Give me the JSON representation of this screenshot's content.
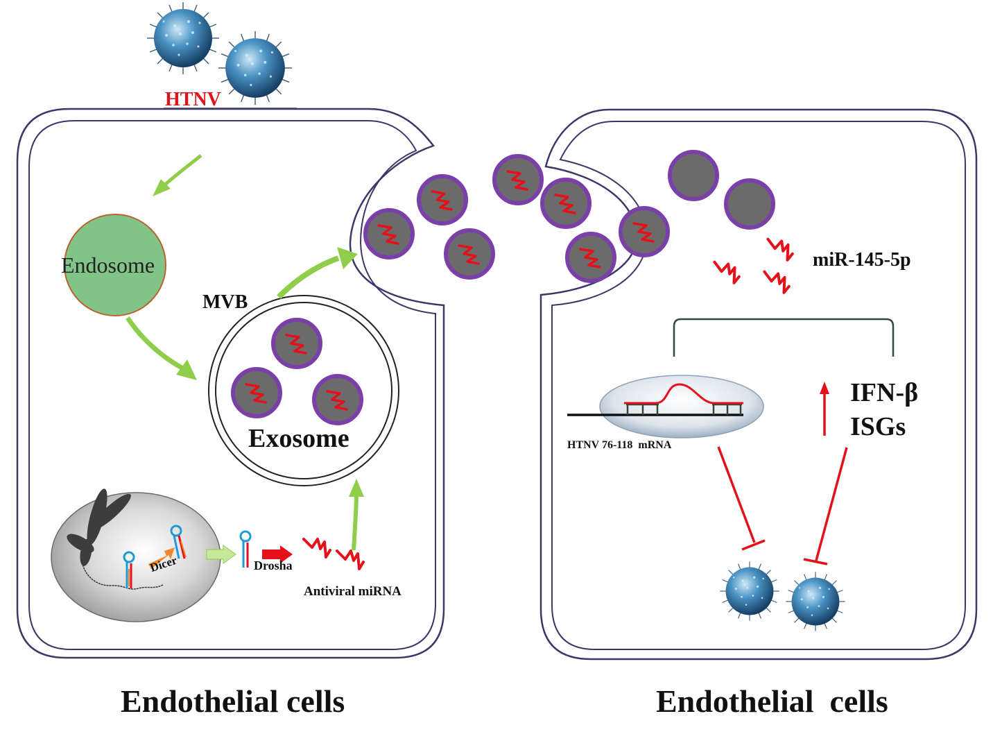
{
  "virus_label": "HTNV",
  "endosome_label": "Endosome",
  "mvb_label": "MVB",
  "exosome_label": "Exosome",
  "dicer_label": "Dicer",
  "drosha_label": "Drosha",
  "antiviral_mirna_label": "Antiviral miRNA",
  "mirna_name": "miR-145-5p",
  "mrna_label": "HTNV 76-118  mRNA",
  "ifn_label": "IFN-β",
  "isgs_label": "ISGs",
  "left_cell_label": "Endothelial cells",
  "right_cell_label": "Endothelial  cells",
  "colors": {
    "membrane": "#3a3866",
    "arrow_green": "#8fce4a",
    "endosome_fill": "#82c487",
    "endosome_stroke": "#b8642e",
    "exosome_ring": "#7a40a8",
    "exosome_core": "#6b6b6b",
    "mirna_red": "#e3121a",
    "virus_blue": "#2f74a6",
    "nucleus_gray": "#bdbdbd",
    "mrna_ellipse": "#b7c3d1"
  }
}
